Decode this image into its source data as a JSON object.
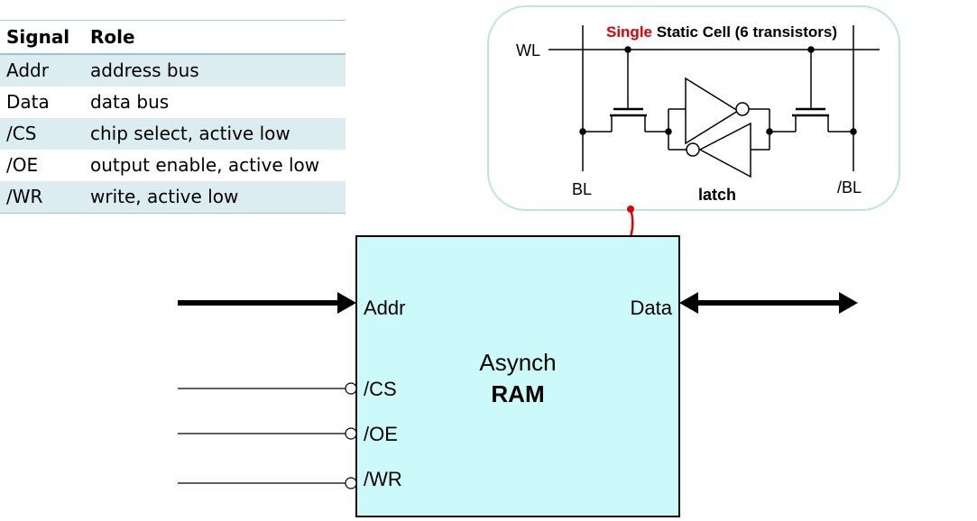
{
  "table": {
    "headers": [
      "Signal",
      "Role"
    ],
    "rows": [
      [
        "Addr",
        "address bus"
      ],
      [
        "Data",
        "data bus"
      ],
      [
        "/CS",
        "chip select, active low"
      ],
      [
        "/OE",
        "output enable, active low"
      ],
      [
        "/WR",
        "write, active low"
      ]
    ]
  },
  "cell": {
    "title_highlight": "Single",
    "title_rest": " Static Cell (6 transistors)",
    "wl": "WL",
    "bl": "BL",
    "bl_bar": "/BL",
    "latch": "latch"
  },
  "ram": {
    "title_line1": "Asynch",
    "title_line2": "RAM",
    "ports": {
      "addr": "Addr",
      "data": "Data",
      "cs": "/CS",
      "oe": "/OE",
      "wr": "/WR"
    }
  },
  "colors": {
    "highlight": "#e00000",
    "ram_fill": "#ccfafa",
    "cell_border": "#bde3ea",
    "table_stripe": "#dcedf2"
  }
}
